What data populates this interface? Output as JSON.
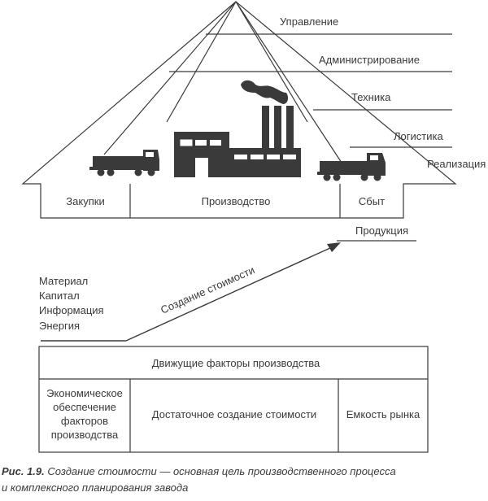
{
  "pyramid_levels": [
    "Управление",
    "Администрирование",
    "Техника",
    "Логистика",
    "Реализация"
  ],
  "base_boxes": [
    "Закупки",
    "Производство",
    "Сбыт"
  ],
  "output_label": "Продукция",
  "arrow_label": "Создание стоимости",
  "inputs": [
    "Материал",
    "Капитал",
    "Информация",
    "Энергия"
  ],
  "factors_header": "Движущие факторы производства",
  "factors": {
    "left": [
      "Экономическое",
      "обеспечение",
      "факторов",
      "производства"
    ],
    "middle": "Достаточное создание стоимости",
    "right": "Емкость рынка"
  },
  "caption": {
    "number": "Рис. 1.9.",
    "line1": "Создание стоимости — основная цель производственного процесса",
    "line2": "и комплексного планирования завода"
  }
}
